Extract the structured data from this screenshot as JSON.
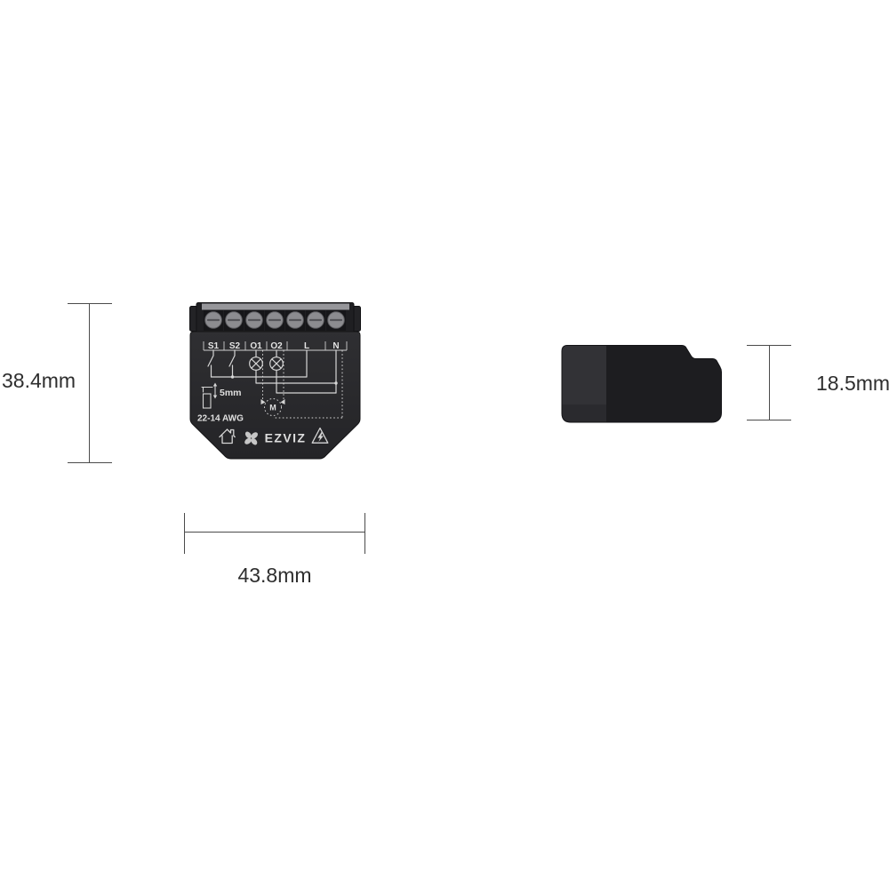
{
  "product": {
    "type": "smart relay module dimension diagram",
    "brand_label": "EZVIZ"
  },
  "dimensions": {
    "height_label": "38.4mm",
    "width_label": "43.8mm",
    "depth_label": "18.5mm"
  },
  "front_view": {
    "terminal_labels": [
      "S1",
      "S2",
      "O1",
      "O2",
      "L",
      "N"
    ],
    "screw_count": 7,
    "strip_length_label": "5mm",
    "wire_gauge_label": "22-14 AWG",
    "motor_label": "M"
  },
  "icons": {
    "house": "house-icon (indoor use)",
    "flower": "ezviz-flower-logo-icon",
    "warning": "warning-triangle-icon",
    "lamp": "lamp-circle-x-symbol",
    "switch": "wall-switch-symbol",
    "motor": "motor-dashed-circle-symbol",
    "wire_strip": "wire-strip-length-icon"
  },
  "colors": {
    "background": "#ffffff",
    "device_body": "#28282b",
    "terminal_block": "#1f1f22",
    "terminal_top_bar": "#96969a",
    "screw": "#8c8c90",
    "print": "#d6d6d6",
    "dimension_line": "#4b4b4b",
    "dimension_text": "#2e2e2e",
    "side_left_section": "#323236",
    "side_right_section": "#1d1d20"
  }
}
